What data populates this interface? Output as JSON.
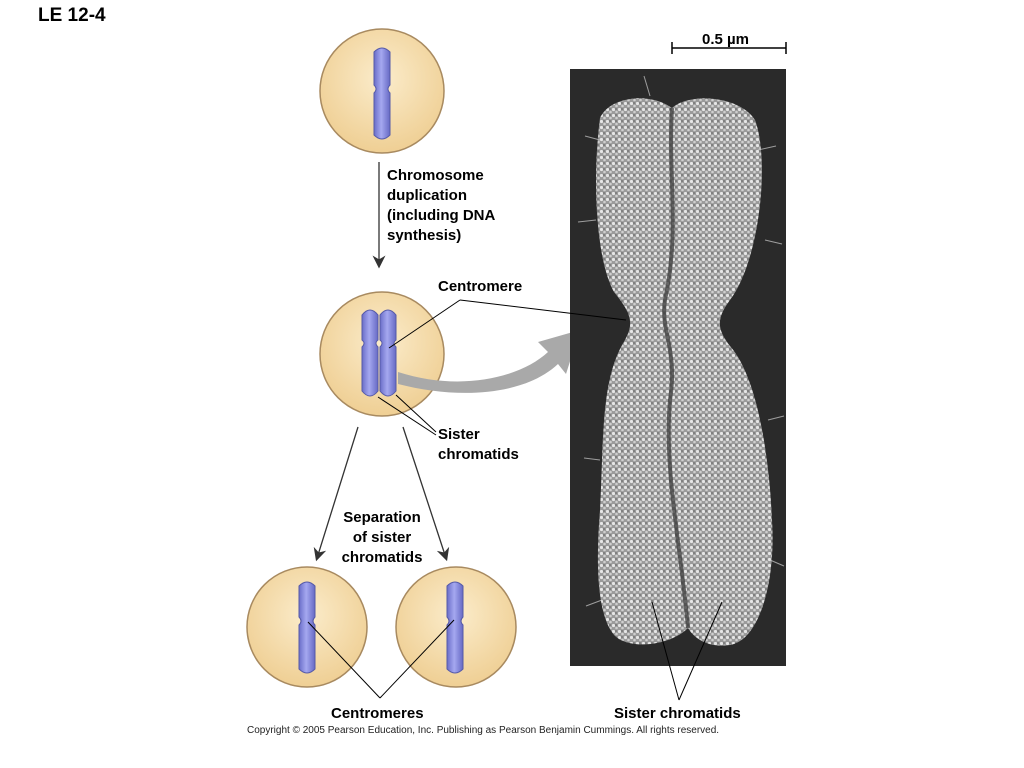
{
  "title": "LE 12-4",
  "labels": {
    "duplication": [
      "Chromosome",
      "duplication",
      "(including DNA",
      "synthesis)"
    ],
    "centromere": "Centromere",
    "sister_chromatids": [
      "Sister",
      "chromatids"
    ],
    "separation": [
      "Separation",
      "of sister",
      "chromatids"
    ],
    "centromeres": "Centromeres",
    "sister_chromatids_micrograph": "Sister chromatids",
    "scale_bar": "0.5 µm"
  },
  "copyright": "Copyright © 2005 Pearson Education, Inc. Publishing as Pearson Benjamin Cummings. All rights reserved.",
  "colors": {
    "cell_fill": "#f3d9a6",
    "cell_stroke": "#a88a60",
    "chromosome": "#8c8fe0",
    "arrow_gray": "#a9a9a9",
    "micrograph_bg": "#2a2a2a"
  }
}
